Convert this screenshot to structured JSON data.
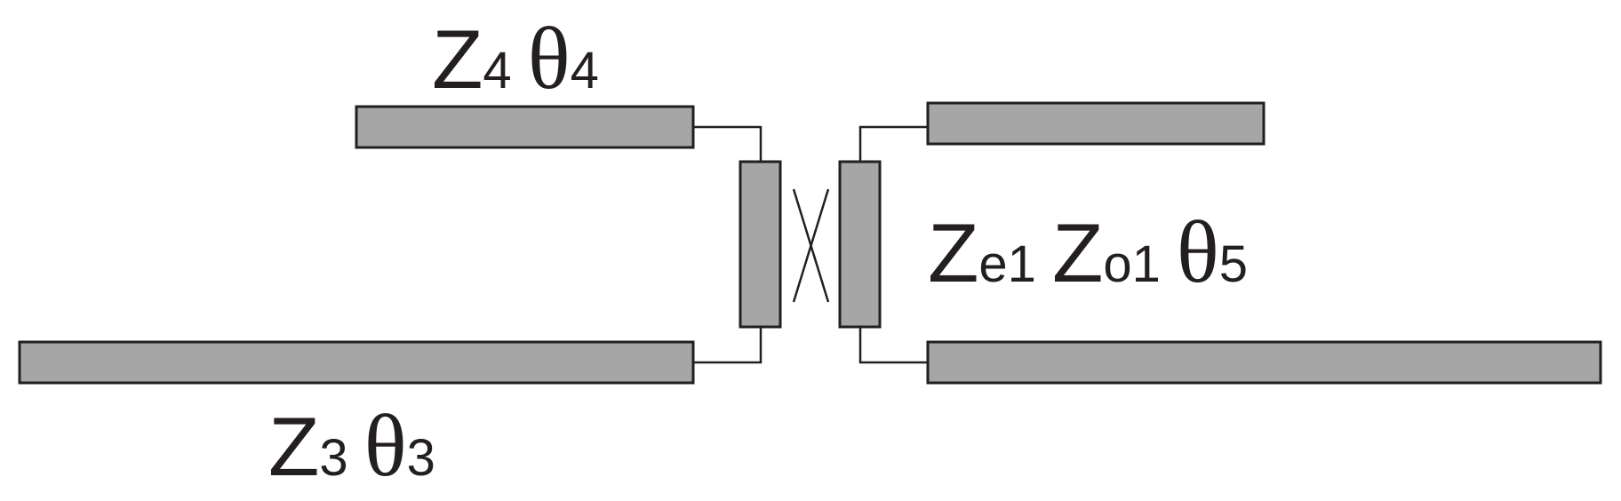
{
  "labels": {
    "z4": {
      "main": "Z",
      "sub": "4"
    },
    "theta4": {
      "main": "θ",
      "sub": "4"
    },
    "z3": {
      "main": "Z",
      "sub": "3"
    },
    "theta3": {
      "main": "θ",
      "sub": "3"
    },
    "ze1": {
      "main": "Z",
      "sub": "e1"
    },
    "zo1": {
      "main": "Z",
      "sub": "o1"
    },
    "theta5": {
      "main": "θ",
      "sub": "5"
    }
  },
  "colors": {
    "line_fill": "#a6a6a6",
    "stroke": "#231f20",
    "text": "#231f20",
    "background": "#ffffff"
  }
}
